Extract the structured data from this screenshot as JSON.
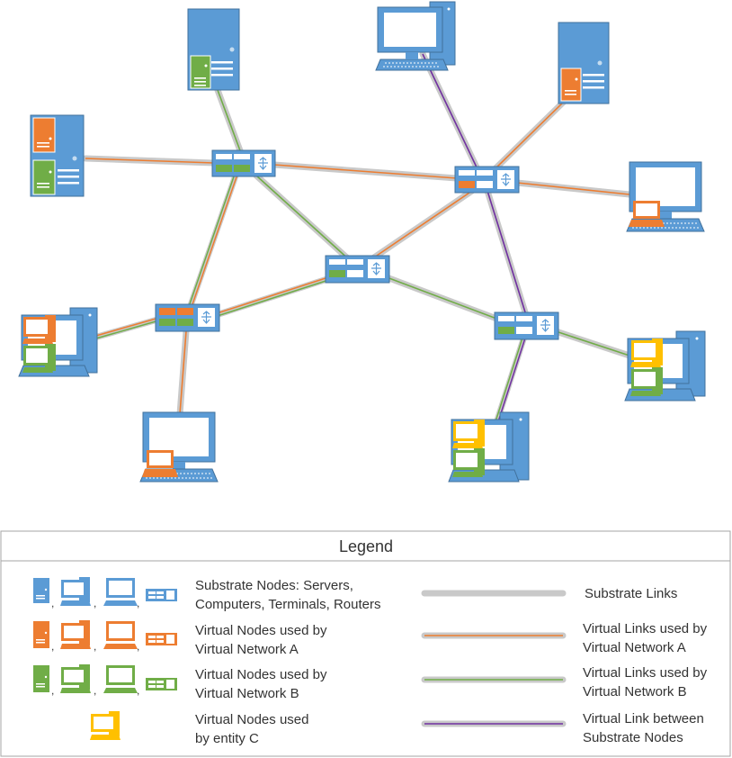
{
  "colors": {
    "substrate": "#5b9bd5",
    "substrate_dark": "#41719c",
    "network_a": "#ed7d31",
    "network_b": "#70ad47",
    "entity_c": "#ffc000",
    "link_gray": "#c9c9c9",
    "link_purple": "#7030a0"
  },
  "icons": [
    "server-icon",
    "computer-icon",
    "terminal-icon",
    "router-icon"
  ],
  "legend": {
    "title": "Legend",
    "node_rows": [
      {
        "lines": [
          "Substrate Nodes: Servers,",
          "Computers, Terminals, Routers"
        ]
      },
      {
        "lines": [
          "Virtual Nodes used by",
          "Virtual Network A"
        ]
      },
      {
        "lines": [
          "Virtual Nodes used by",
          "Virtual Network B"
        ]
      },
      {
        "lines": [
          "Virtual Nodes used",
          "by entity C"
        ]
      }
    ],
    "link_rows": [
      {
        "lines": [
          "Substrate Links"
        ]
      },
      {
        "lines": [
          "Virtual Links used by",
          "Virtual Network A"
        ]
      },
      {
        "lines": [
          "Virtual Links used by",
          "Virtual Network B"
        ]
      },
      {
        "lines": [
          "Virtual Link between",
          "Substrate Nodes"
        ]
      }
    ]
  }
}
